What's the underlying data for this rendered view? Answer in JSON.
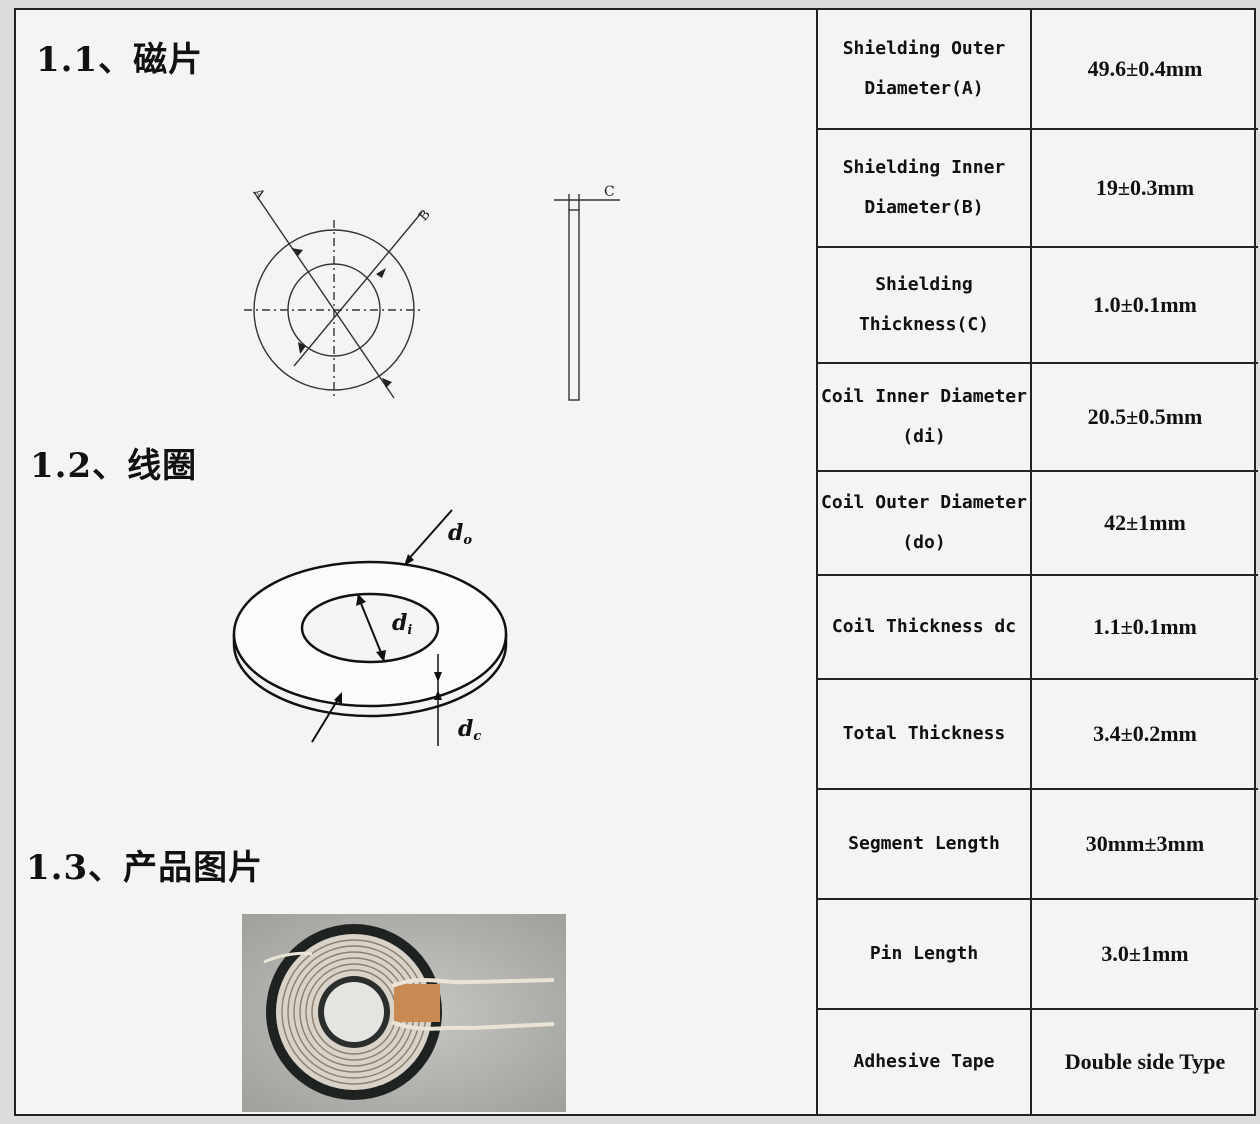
{
  "sections": {
    "s1": "1.1、磁片",
    "s2": "1.2、线圈",
    "s3": "1.3、产品图片"
  },
  "diagram_labels": {
    "a": "A",
    "b": "B",
    "c": "C",
    "do": "d",
    "do_sub": "o",
    "di": "d",
    "di_sub": "i",
    "dc": "d",
    "dc_sub": "c"
  },
  "specs": [
    {
      "name": "Shielding Outer Diameter(A)",
      "value": "49.6±0.4mm"
    },
    {
      "name": "Shielding Inner Diameter(B)",
      "value": "19±0.3mm"
    },
    {
      "name": "Shielding Thickness(C)",
      "value": "1.0±0.1mm"
    },
    {
      "name": "Coil Inner Diameter (di)",
      "value": "20.5±0.5mm"
    },
    {
      "name": "Coil Outer Diameter (do)",
      "value": "42±1mm"
    },
    {
      "name": "Coil Thickness dc",
      "value": "1.1±0.1mm"
    },
    {
      "name": "Total Thickness",
      "value": "3.4±0.2mm"
    },
    {
      "name": "Segment Length",
      "value": "30mm±3mm"
    },
    {
      "name": "Pin Length",
      "value": "3.0±1mm"
    },
    {
      "name": "Adhesive Tape",
      "value": "Double side Type"
    }
  ]
}
